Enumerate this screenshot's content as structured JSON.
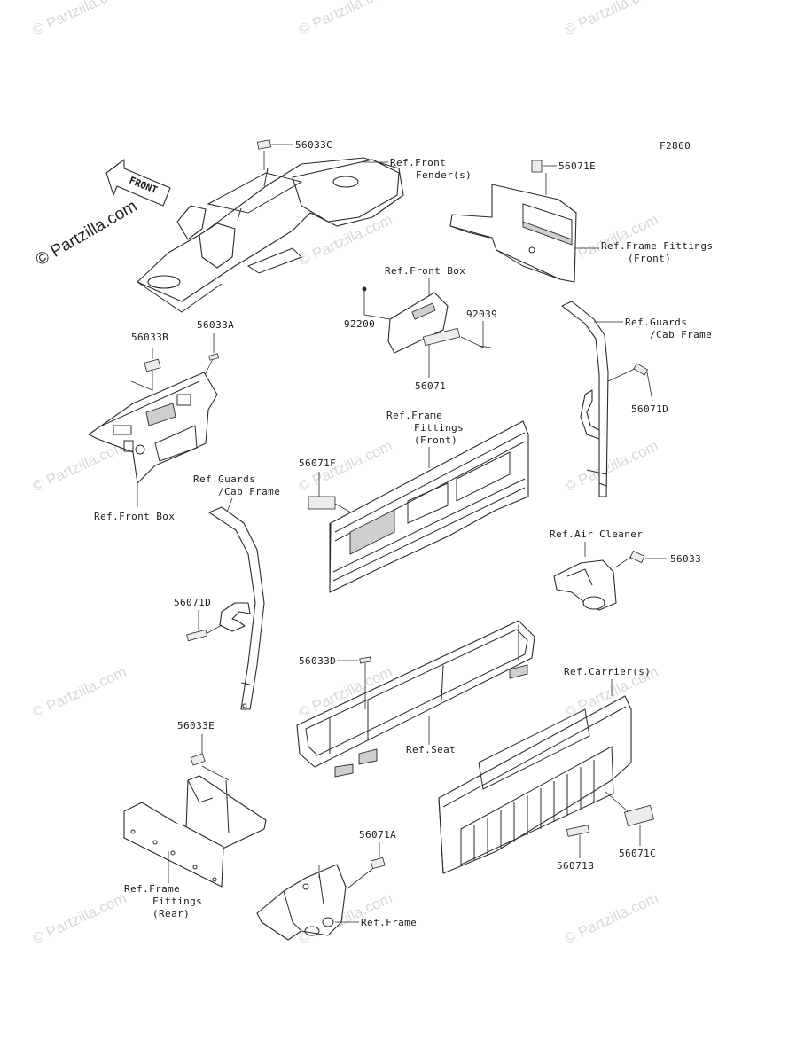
{
  "diagram": {
    "code": "F2860",
    "front_arrow": "FRONT",
    "parts": {
      "p56033C": "56033C",
      "p56071E": "56071E",
      "p56033B": "56033B",
      "p56033A": "56033A",
      "p92200": "92200",
      "p92039": "92039",
      "p56071": "56071",
      "p56071D_right": "56071D",
      "p56071F": "56071F",
      "p56071D_left": "56071D",
      "p56033": "56033",
      "p56033D": "56033D",
      "p56033E": "56033E",
      "p56071A": "56071A",
      "p56071B": "56071B",
      "p56071C": "56071C"
    },
    "refs": {
      "front_fender_1": "Ref.Front",
      "front_fender_2": "Fender(s)",
      "frame_fittings_front_1": "Ref.Frame Fittings",
      "frame_fittings_front_2": "(Front)",
      "front_box_top": "Ref.Front Box",
      "guards_right_1": "Ref.Guards",
      "guards_right_2": "/Cab Frame",
      "front_box_left": "Ref.Front Box",
      "frame_fittings_mid_1": "Ref.Frame",
      "frame_fittings_mid_2": "Fittings",
      "frame_fittings_mid_3": "(Front)",
      "guards_left_1": "Ref.Guards",
      "guards_left_2": "/Cab Frame",
      "air_cleaner": "Ref.Air Cleaner",
      "carrier": "Ref.Carrier(s)",
      "seat": "Ref.Seat",
      "frame_fittings_rear_1": "Ref.Frame",
      "frame_fittings_rear_2": "Fittings",
      "frame_fittings_rear_3": "(Rear)",
      "frame": "Ref.Frame"
    },
    "watermark": "© Partzilla.com"
  }
}
